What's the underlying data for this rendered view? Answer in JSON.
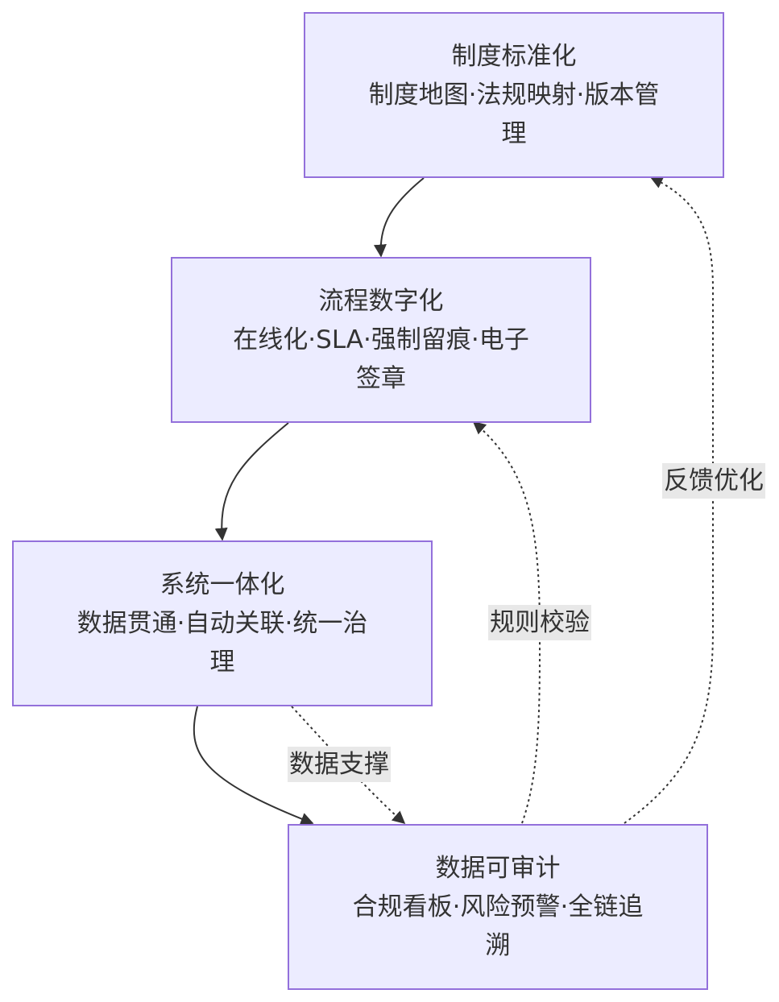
{
  "nodes": {
    "standard": {
      "title": "制度标准化",
      "desc_line1": "制度地图·法规映射·版本管",
      "desc_line2": "理"
    },
    "process": {
      "title": "流程数字化",
      "desc_line1": "在线化·SLA·强制留痕·电子",
      "desc_line2": "签章"
    },
    "system": {
      "title": "系统一体化",
      "desc_line1": "数据贯通·自动关联·统一治",
      "desc_line2": "理"
    },
    "audit": {
      "title": "数据可审计",
      "desc_line1": "合规看板·风险预警·全链追",
      "desc_line2": "溯"
    }
  },
  "edges": [
    {
      "from": "standard",
      "to": "process",
      "style": "solid",
      "label": ""
    },
    {
      "from": "process",
      "to": "system",
      "style": "solid",
      "label": ""
    },
    {
      "from": "system",
      "to": "audit",
      "style": "solid",
      "label": ""
    },
    {
      "from": "system",
      "to": "audit",
      "style": "dotted",
      "label": "数据支撑"
    },
    {
      "from": "audit",
      "to": "process",
      "style": "dotted",
      "label": "规则校验"
    },
    {
      "from": "audit",
      "to": "standard",
      "style": "dotted",
      "label": "反馈优化"
    }
  ],
  "colors": {
    "node_fill": "#ECECFF",
    "node_border": "#9370DB",
    "edge": "#333333",
    "label_bg": "#e8e8e8",
    "text": "#333333"
  }
}
